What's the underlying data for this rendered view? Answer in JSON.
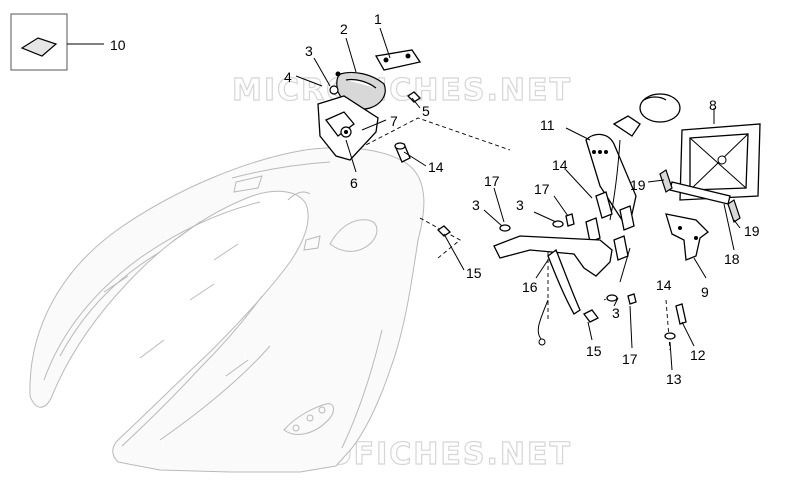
{
  "watermark": {
    "text": "MICROFICHES.NET"
  },
  "callouts": {
    "c1": "1",
    "c2": "2",
    "c3a": "3",
    "c4": "4",
    "c5": "5",
    "c6": "6",
    "c7": "7",
    "c8": "8",
    "c9": "9",
    "c10": "10",
    "c11": "11",
    "c12": "12",
    "c13": "13",
    "c14a": "14",
    "c14b": "14",
    "c14c": "14",
    "c15a": "15",
    "c15b": "15",
    "c16": "16",
    "c17a": "17",
    "c17b": "17",
    "c17c": "17",
    "c18": "18",
    "c19a": "19",
    "c19b": "19",
    "c3b": "3",
    "c3c": "3",
    "c3d": "3"
  },
  "colors": {
    "line": "#000000",
    "ghost": "#b9b9b9",
    "watermark": "#d6d6d6",
    "inset_fill": "#e6e6e6"
  }
}
